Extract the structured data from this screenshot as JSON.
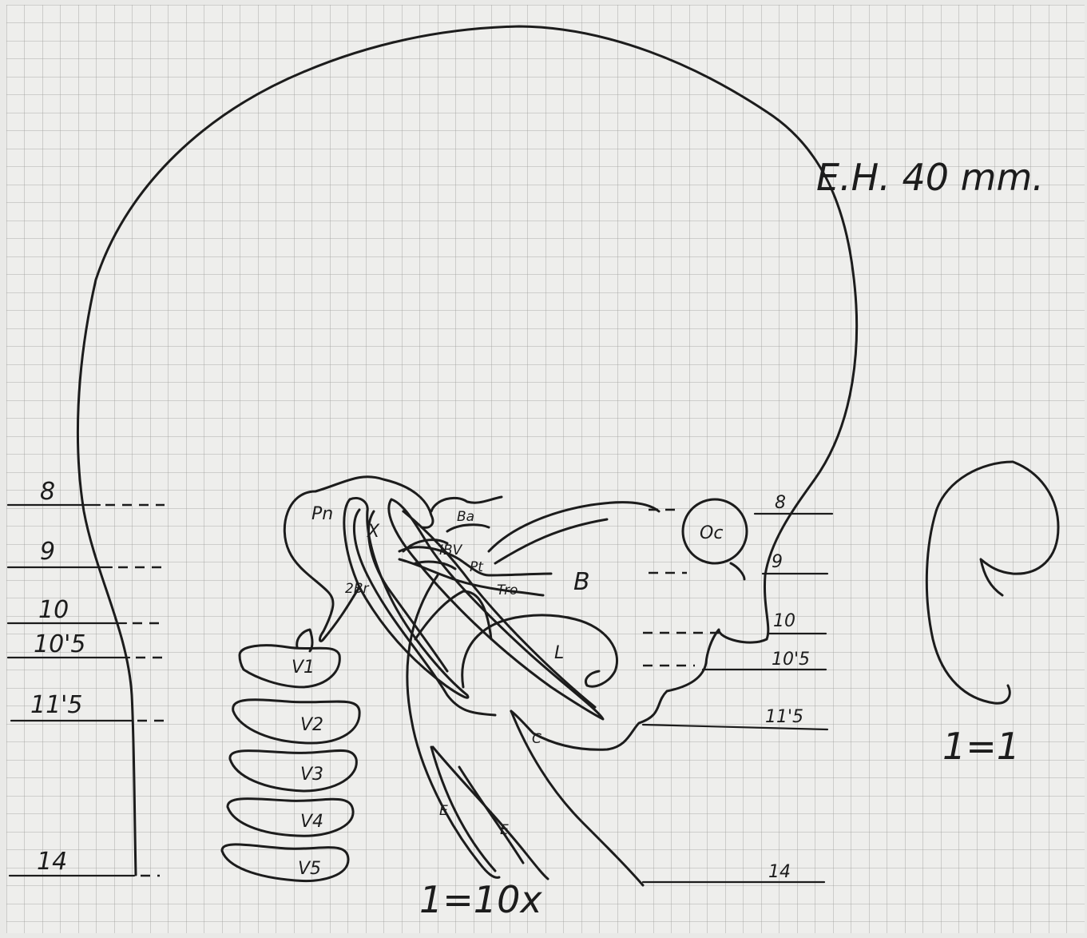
{
  "title": "E.H. 40 mm.",
  "scale_main": "1=10x",
  "scale_small": "1=1",
  "levels_left": [
    "8",
    "9",
    "10",
    "10'5",
    "11'5",
    "14"
  ],
  "levels_right": [
    "8",
    "9",
    "10",
    "10'5",
    "11'5",
    "14"
  ],
  "structures": {
    "pn": "Pn",
    "x": "X",
    "ba": "Ba",
    "bv": "IBV",
    "pt": "Pt",
    "tro": "Tro",
    "b": "B",
    "oc": "Oc",
    "l": "L",
    "c": "C",
    "e1": "E",
    "e2": "E",
    "br2": "2Br",
    "v1": "V1",
    "v2": "V2",
    "v3": "V3",
    "v4": "V4",
    "v5": "V5"
  }
}
